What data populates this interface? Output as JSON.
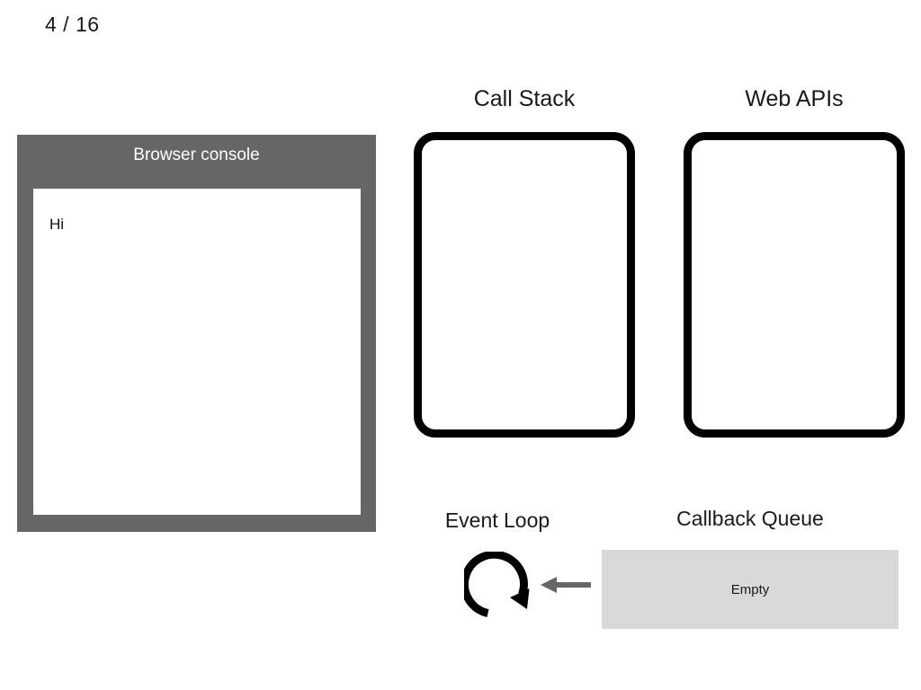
{
  "slide": {
    "counter": "4 / 16"
  },
  "console": {
    "title": "Browser console",
    "lines": [
      "Hi"
    ]
  },
  "call_stack": {
    "heading": "Call Stack",
    "items": []
  },
  "web_apis": {
    "heading": "Web APIs",
    "items": []
  },
  "event_loop": {
    "heading": "Event Loop",
    "icon": "circular-arrow-icon"
  },
  "callback_queue": {
    "heading": "Callback Queue",
    "empty_label": "Empty",
    "items": []
  },
  "arrow": {
    "icon": "arrow-left-icon",
    "direction": "left"
  },
  "colors": {
    "background": "#ffffff",
    "console_frame": "#666666",
    "console_screen": "#ffffff",
    "box_border": "#000000",
    "queue_fill": "#d9d9d9",
    "arrow": "#666666",
    "text": "#1a1a1a",
    "title_text": "#ffffff"
  }
}
